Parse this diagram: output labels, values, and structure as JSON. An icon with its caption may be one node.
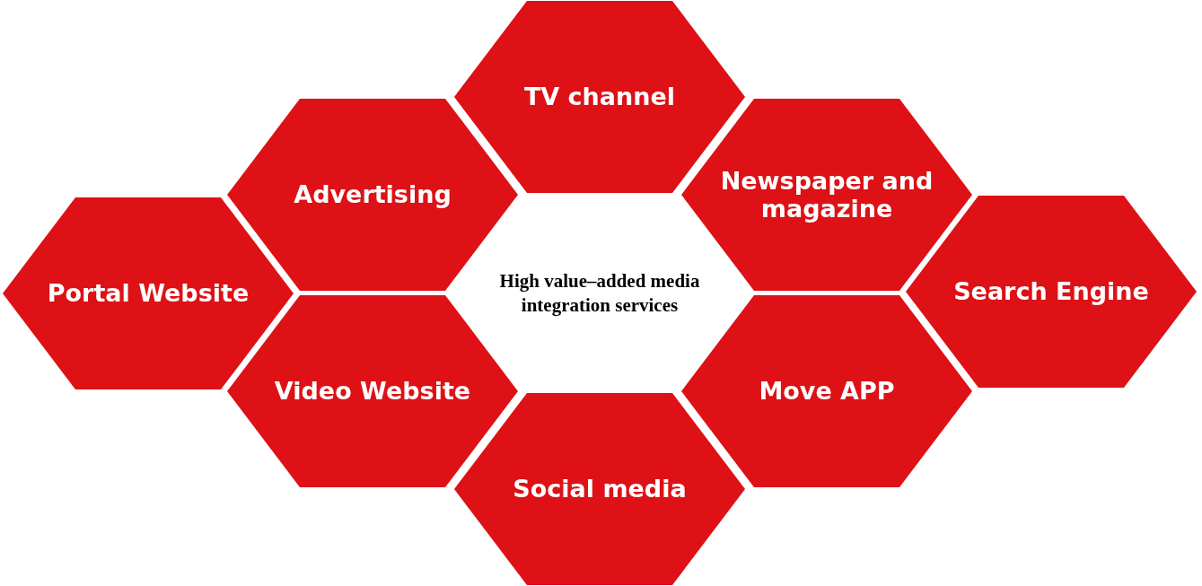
{
  "diagram": {
    "nodes": [
      {
        "text": [
          "TV channel"
        ]
      },
      {
        "text": [
          "Advertising"
        ]
      },
      {
        "text": [
          "Newspaper and magazine"
        ]
      },
      {
        "text": [
          "Portal Website"
        ]
      },
      {
        "text": [
          "High value–added media integration services"
        ]
      },
      {
        "text": [
          "Search Engine"
        ]
      },
      {
        "text": [
          "Video Website"
        ]
      },
      {
        "text": [
          "Move APP"
        ]
      },
      {
        "text": [
          "Social media"
        ]
      }
    ]
  }
}
